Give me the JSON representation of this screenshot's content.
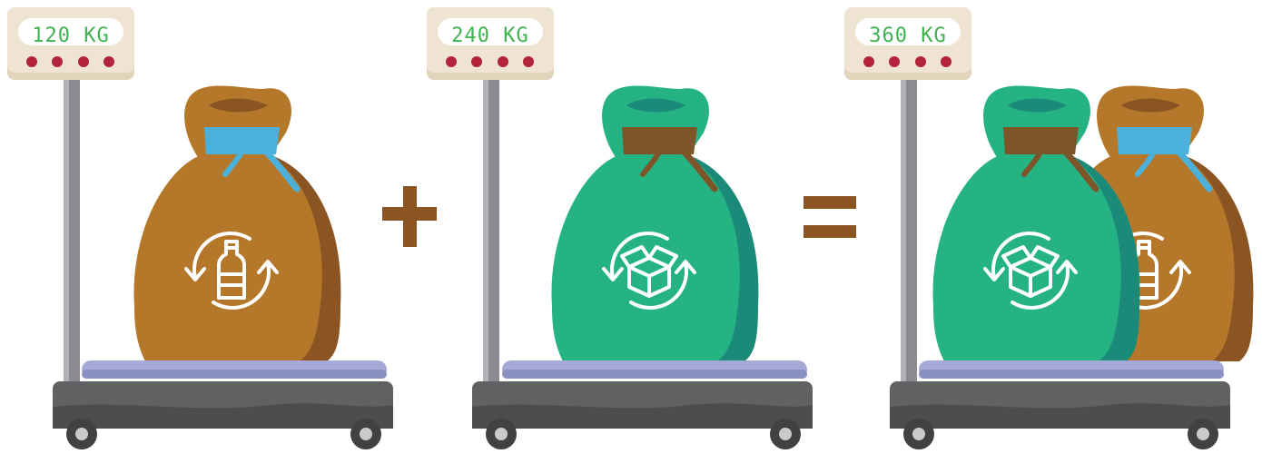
{
  "scales": [
    {
      "readout": "120 KG",
      "bags": [
        "plastic"
      ]
    },
    {
      "readout": "240 KG",
      "bags": [
        "paper"
      ]
    },
    {
      "readout": "360 KG",
      "bags": [
        "plastic",
        "paper"
      ]
    }
  ],
  "operators": [
    "plus",
    "equals"
  ],
  "colors": {
    "brown": "#b5782b",
    "brown_dark": "#8a5522",
    "green": "#25b383",
    "green_dark": "#1b8a79",
    "tie_blue": "#4ab1dd",
    "tie_brown": "#7e5529",
    "lcd_text": "#3fb34f",
    "scale_head": "#efe4d2",
    "led": "#b3233c",
    "platform": "#a4a9d6",
    "base": "#5f6162",
    "operator": "#8a5522"
  },
  "icons": [
    "recycle-bottle-icon",
    "recycle-box-icon"
  ]
}
